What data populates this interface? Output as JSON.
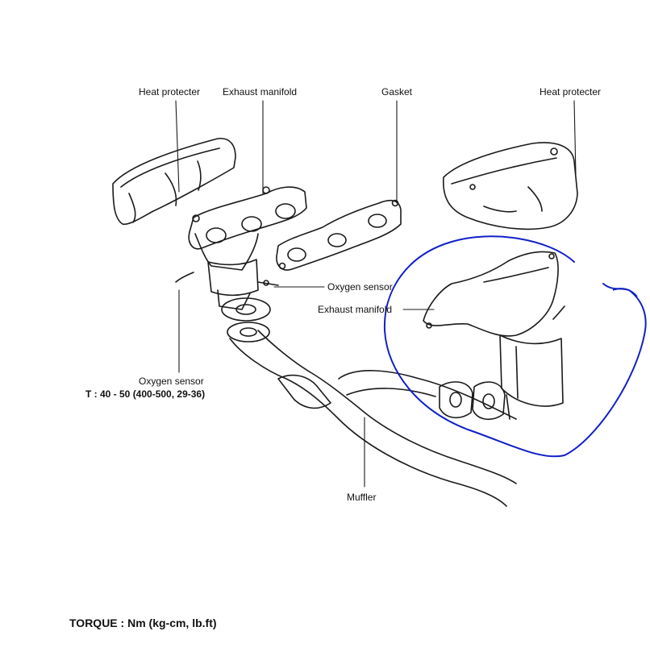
{
  "labels": {
    "heat_protector_left": "Heat protecter",
    "exhaust_manifold_top": "Exhaust manifold",
    "gasket": "Gasket",
    "heat_protector_right": "Heat protecter",
    "oxygen_sensor_center": "Oxygen sensor",
    "exhaust_manifold_center": "Exhaust manifold",
    "oxygen_sensor_left": "Oxygen sensor",
    "oxygen_sensor_torque": "T : 40 - 50 (400-500, 29-36)",
    "muffler": "Muffler"
  },
  "footer": {
    "torque_units": "TORQUE : Nm (kg-cm, lb.ft)"
  },
  "colors": {
    "line": "#1a1a1a",
    "annotation": "#1020c8"
  }
}
